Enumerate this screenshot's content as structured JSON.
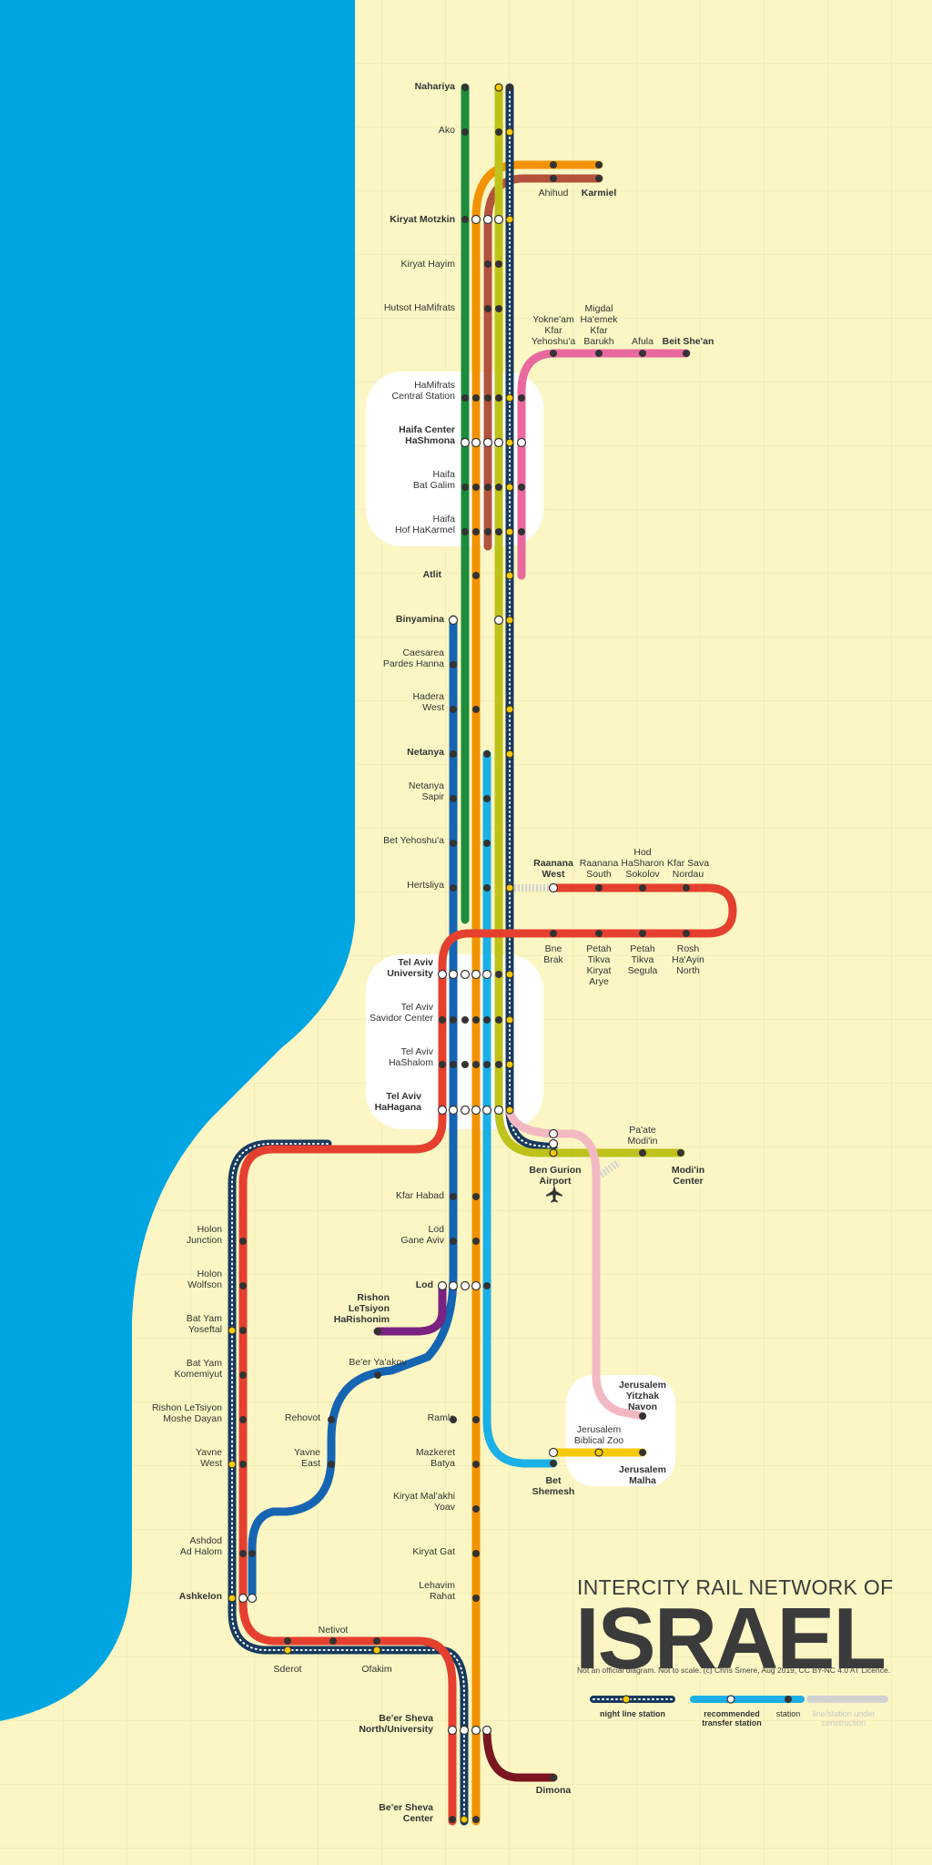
{
  "title": {
    "line1": "INTERCITY RAIL NETWORK OF",
    "line2": "ISRAEL",
    "credit": "Not an official diagram. Not to scale. (c) Chris Smere, Aug 2019, CC BY-NC 4.0 AT Licence."
  },
  "colors": {
    "sea": "#00a6e2",
    "land": "#fbf6c4",
    "green": "#1c8c3d",
    "blue": "#1565b3",
    "orange": "#f39200",
    "brown": "#b4533d",
    "navy": "#173a5e",
    "lime": "#bec21a",
    "cyan": "#1bb0e6",
    "red": "#e5402f",
    "pink": "#e9699e",
    "lightpink": "#f3b9c3",
    "purple": "#7b2382",
    "yellow": "#f6c900",
    "maroon": "#7a1620"
  },
  "legend": {
    "night": "night line station",
    "transfer": "recommended transfer station",
    "station": "station",
    "construction": "line/station under construction"
  },
  "stations": {
    "nahariya": "Nahariya",
    "ako": "Ako",
    "ahihud": "Ahihud",
    "karmiel": "Karmiel",
    "kiryat_motzkin": "Kiryat Motzkin",
    "kiryat_hayim": "Kiryat Hayim",
    "hutsot": "Hutsot HaMifrats",
    "yokneam": [
      "Yokne'am",
      "Kfar",
      "Yehoshu'a"
    ],
    "migdal": [
      "Migdal",
      "Ha'emek",
      "Kfar",
      "Barukh"
    ],
    "afula": "Afula",
    "beit_shean": "Beit She'an",
    "hamifrats": [
      "HaMifrats",
      "Central Station"
    ],
    "haifa_center": [
      "Haifa Center",
      "HaShmona"
    ],
    "bat_galim": [
      "Haifa",
      "Bat Galim"
    ],
    "hof_hakarmel": [
      "Haifa",
      "Hof HaKarmel"
    ],
    "atlit": "Atlit",
    "binyamina": "Binyamina",
    "caesarea": [
      "Caesarea",
      "Pardes Hanna"
    ],
    "hadera": [
      "Hadera",
      "West"
    ],
    "netanya": "Netanya",
    "netanya_sapir": [
      "Netanya",
      "Sapir"
    ],
    "bet_yehoshua": "Bet Yehoshu'a",
    "hertsliya": "Hertsliya",
    "raanana_west": [
      "Raanana",
      "West"
    ],
    "raanana_south": [
      "Raanana",
      "South"
    ],
    "hod_hasharon": [
      "Hod",
      "HaSharon",
      "Sokolov"
    ],
    "kfar_sava": [
      "Kfar Sava",
      "Nordau"
    ],
    "bne_brak": [
      "Bne",
      "Brak"
    ],
    "pt_kiryat_arye": [
      "Petah",
      "Tikva",
      "Kiryat",
      "Arye"
    ],
    "pt_segula": [
      "Petah",
      "Tikva",
      "Segula"
    ],
    "rosh_haayin": [
      "Rosh",
      "Ha'Ayin",
      "North"
    ],
    "ta_university": [
      "Tel Aviv",
      "University"
    ],
    "ta_savidor": [
      "Tel Aviv",
      "Savidor Center"
    ],
    "ta_hashalom": [
      "Tel Aviv",
      "HaShalom"
    ],
    "ta_hahagana": [
      "Tel Aviv",
      "HaHagana"
    ],
    "paate_modiin": [
      "Pa'ate",
      "Modi'in"
    ],
    "ben_gurion": [
      "Ben Gurion",
      "Airport"
    ],
    "modiin_center": [
      "Modi'in",
      "Center"
    ],
    "kfar_habad": "Kfar Habad",
    "lod_gane_aviv": [
      "Lod",
      "Gane Aviv"
    ],
    "lod": "Lod",
    "rishon_harishonim": [
      "Rishon",
      "LeTsiyon",
      "HaRishonim"
    ],
    "holon_junction": [
      "Holon",
      "Junction"
    ],
    "holon_wolfson": [
      "Holon",
      "Wolfson"
    ],
    "bat_yam_yoseftal": [
      "Bat Yam",
      "Yoseftal"
    ],
    "bat_yam_komemiyut": [
      "Bat Yam",
      "Komemiyut"
    ],
    "rishon_moshe_dayan": [
      "Rishon LeTsiyon",
      "Moshe Dayan"
    ],
    "yavne_west": [
      "Yavne",
      "West"
    ],
    "beer_yaakov": "Be'er Ya'akov",
    "rehovot": "Rehovot",
    "yavne_east": [
      "Yavne",
      "East"
    ],
    "ramla": "Ramla",
    "jerusalem_navon": [
      "Jerusalem",
      "Yitzhak",
      "Navon"
    ],
    "jerusalem_zoo": [
      "Jerusalem",
      "Biblical Zoo"
    ],
    "jerusalem_malha": [
      "Jerusalem",
      "Malha"
    ],
    "bet_shemesh": [
      "Bet",
      "Shemesh"
    ],
    "mazkeret_batya": [
      "Mazkeret",
      "Batya"
    ],
    "kiryat_malakhi": [
      "Kiryat Mal'akhi",
      "Yoav"
    ],
    "kiryat_gat": "Kiryat Gat",
    "lehavim": [
      "Lehavim",
      "Rahat"
    ],
    "ashdod": [
      "Ashdod",
      "Ad Halom"
    ],
    "ashkelon": "Ashkelon",
    "netivot": "Netivot",
    "sderot": "Sderot",
    "ofakim": "Ofakim",
    "beer_sheva_north": [
      "Be'er Sheva",
      "North/University"
    ],
    "dimona": "Dimona",
    "beer_sheva_center": [
      "Be'er Sheva",
      "Center"
    ]
  }
}
